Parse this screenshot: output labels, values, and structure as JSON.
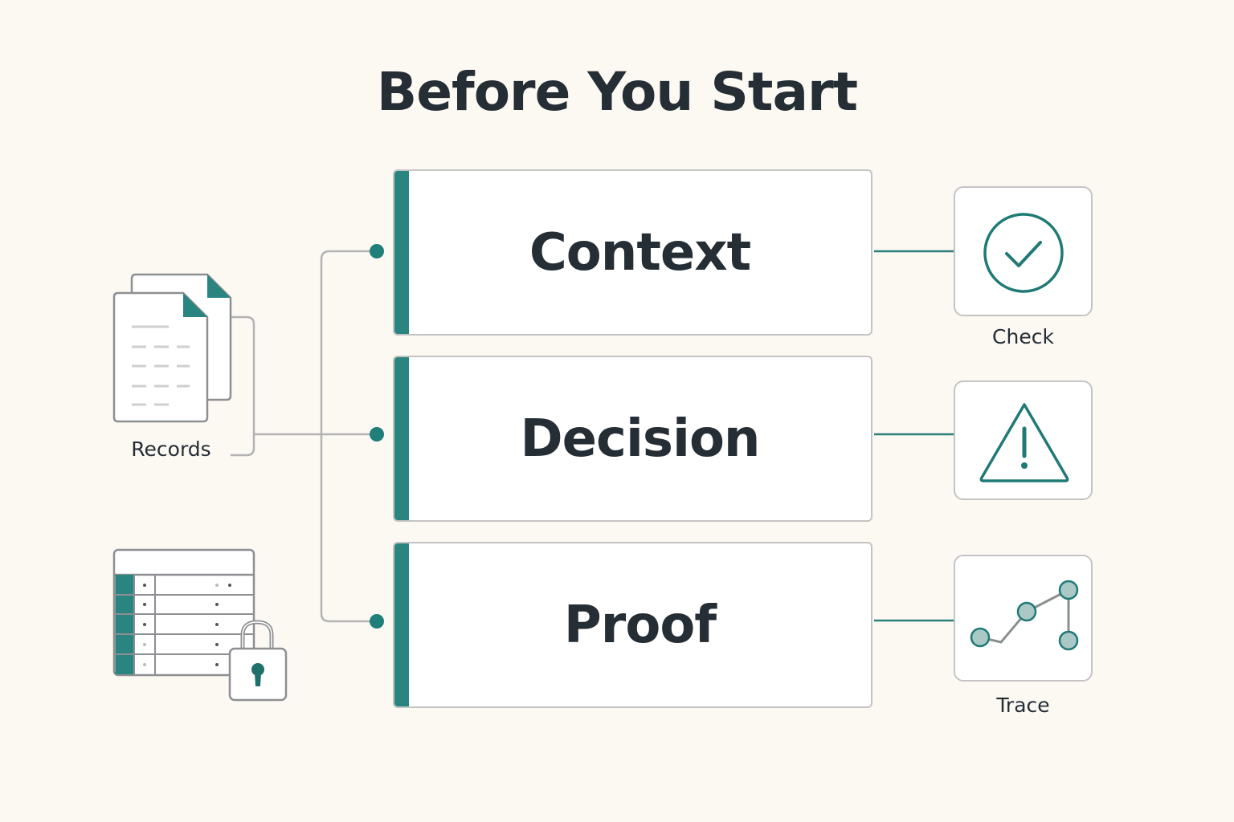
{
  "title": "Before You Start",
  "stages": [
    {
      "label": "Context"
    },
    {
      "label": "Decision"
    },
    {
      "label": "Proof"
    }
  ],
  "outcomes": [
    {
      "caption": "Check",
      "icon": "check-circle-icon"
    },
    {
      "caption": "",
      "icon": "warning-triangle-icon"
    },
    {
      "caption": "Trace",
      "icon": "trace-graph-icon"
    }
  ],
  "inputs": [
    {
      "caption": "Records",
      "icon": "documents-icon"
    },
    {
      "caption": "",
      "icon": "locked-table-icon"
    }
  ],
  "colors": {
    "background": "#fcf9f3",
    "accent": "#2a8580",
    "text": "#252d35",
    "border": "#c4c4c4",
    "connector": "#b3b3b3"
  }
}
